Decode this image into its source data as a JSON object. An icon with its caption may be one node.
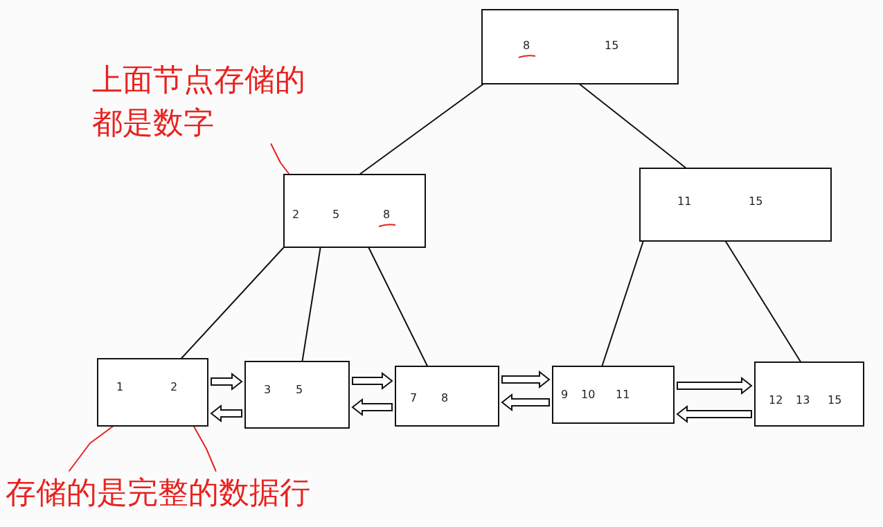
{
  "diagram": {
    "nodes": [
      {
        "text": [
          "8",
          "15"
        ]
      },
      {
        "text": [
          "2",
          "5",
          "8"
        ]
      },
      {
        "text": [
          "11",
          "15"
        ]
      },
      {
        "text": [
          "1",
          "2"
        ]
      },
      {
        "text": [
          "3",
          "5"
        ]
      },
      {
        "text": [
          "7",
          "8"
        ]
      },
      {
        "text": [
          "9",
          "10",
          "11"
        ]
      },
      {
        "text": [
          "12",
          "13",
          "15"
        ]
      },
      {
        "text": [
          "上面节点存储的都是数字"
        ]
      },
      {
        "text": [
          "存储的是完整的数据行"
        ]
      }
    ],
    "edges": [
      {
        "from": 0,
        "to": 1,
        "arrow": "none"
      },
      {
        "from": 0,
        "to": 2,
        "arrow": "none"
      },
      {
        "from": 1,
        "to": 3,
        "arrow": "none"
      },
      {
        "from": 1,
        "to": 4,
        "arrow": "none"
      },
      {
        "from": 1,
        "to": 5,
        "arrow": "none"
      },
      {
        "from": 2,
        "to": 6,
        "arrow": "none"
      },
      {
        "from": 2,
        "to": 7,
        "arrow": "none"
      },
      {
        "from": 8,
        "to": 1,
        "arrow": "none",
        "color": "#e8221f"
      },
      {
        "from": 9,
        "to": 3,
        "arrow": "none",
        "color": "#e8221f"
      },
      {
        "from": 9,
        "to": 3,
        "arrow": "none",
        "color": "#e8221f"
      },
      {
        "from": 3,
        "to": 4,
        "arrow": "to"
      },
      {
        "from": 4,
        "to": 3,
        "arrow": "to"
      },
      {
        "from": 4,
        "to": 5,
        "arrow": "to"
      },
      {
        "from": 5,
        "to": 4,
        "arrow": "to"
      },
      {
        "from": 5,
        "to": 6,
        "arrow": "to"
      },
      {
        "from": 6,
        "to": 5,
        "arrow": "to"
      },
      {
        "from": 6,
        "to": 7,
        "arrow": "to"
      },
      {
        "from": 7,
        "to": 6,
        "arrow": "to"
      }
    ]
  }
}
